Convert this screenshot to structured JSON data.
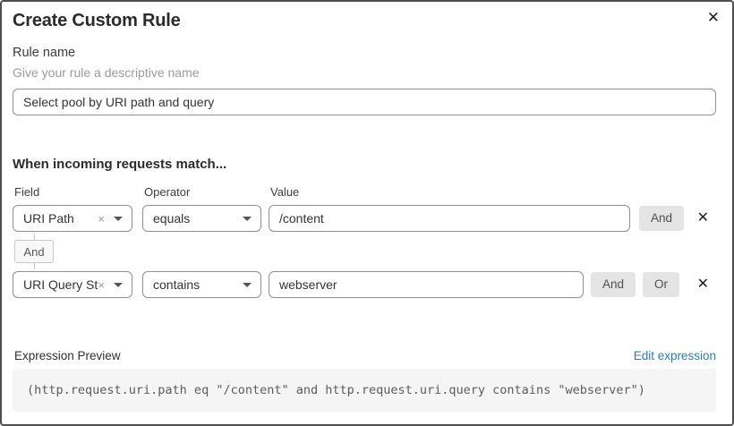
{
  "dialog": {
    "title": "Create Custom Rule"
  },
  "icons": {
    "close": "✕",
    "clear": "×",
    "remove": "✕"
  },
  "rule_name": {
    "label": "Rule name",
    "helper": "Give your rule a descriptive name",
    "value": "Select pool by URI path and query"
  },
  "match_section": {
    "heading": "When incoming requests match...",
    "columns": {
      "field": "Field",
      "operator": "Operator",
      "value": "Value"
    },
    "rows": [
      {
        "field": "URI Path",
        "operator": "equals",
        "value": "/content",
        "buttons": [
          "And"
        ]
      },
      {
        "field": "URI Query St...",
        "operator": "contains",
        "value": "webserver",
        "buttons": [
          "And",
          "Or"
        ]
      }
    ],
    "connector": "And"
  },
  "expression_preview": {
    "label": "Expression Preview",
    "edit_link": "Edit expression",
    "expression": "(http.request.uri.path eq \"/content\" and http.request.uri.query contains \"webserver\")"
  },
  "colors": {
    "link_blue": "#2a7cb9",
    "button_gray": "#e4e4e4",
    "border_gray": "#8f8f8f",
    "code_bg": "#f5f5f5"
  }
}
